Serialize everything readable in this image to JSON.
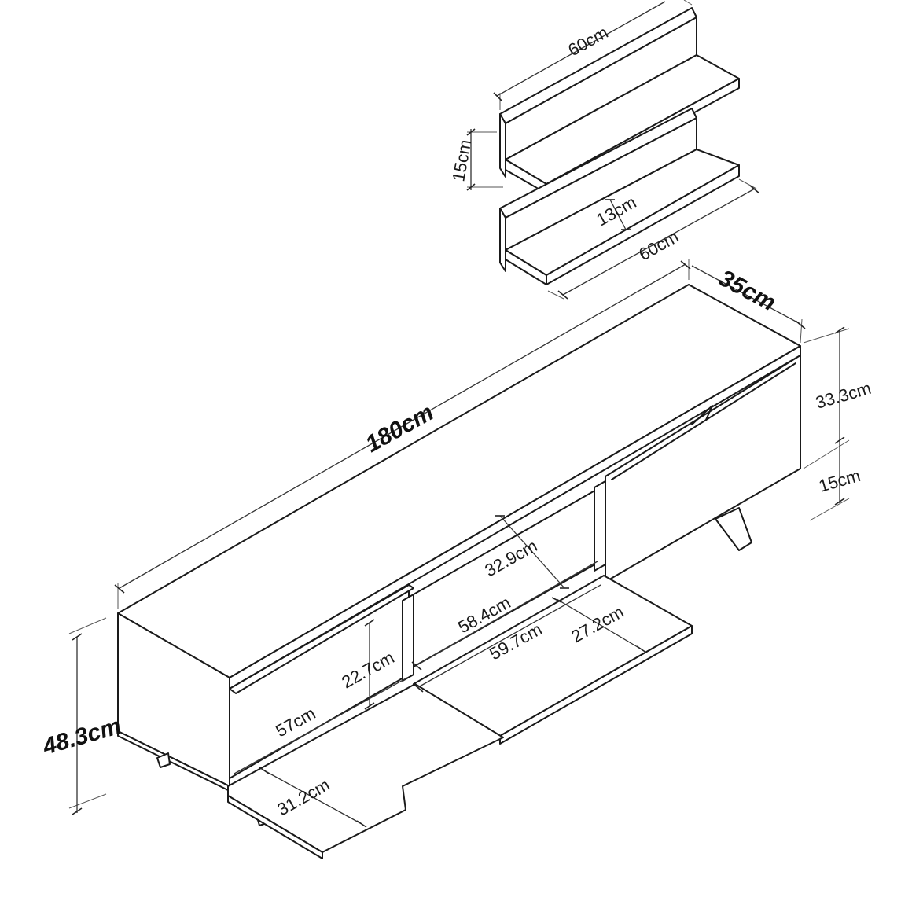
{
  "dimensions": {
    "shelf_top_width": "60cm",
    "shelf_height": "15cm",
    "shelf_depth": "13cm",
    "shelf_bottom_width": "60cm",
    "unit_depth": "35cm",
    "unit_length": "180cm",
    "unit_body_height": "33.3cm",
    "leg_height": "15cm",
    "unit_total_height": "48.3cm",
    "compartment_depth": "32.9cm",
    "middle_compartment_width": "58.4cm",
    "middle_door_width": "59.7cm",
    "right_door_height": "27.2cm",
    "left_compartment_height": "22.7cm",
    "left_compartment_width": "57cm",
    "left_door_height": "31.2cm"
  }
}
